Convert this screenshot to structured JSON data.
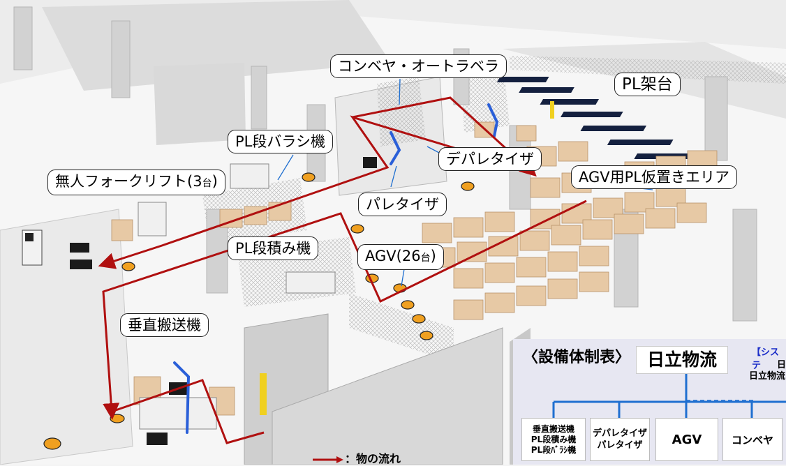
{
  "labels": {
    "conveyor": "コンベヤ・オートラベラ",
    "pl_rack": "PL架台",
    "pl_unstack": "PL段バラシ機",
    "depalletizer": "デパレタイザ",
    "agv_area": "AGV用PL仮置きエリア",
    "forklift": "無人フォークリフト(3",
    "forklift_unit": "台",
    "forklift_close": ")",
    "palletizer": "パレタイザ",
    "pl_stack": "PL段積み機",
    "agv": "AGV(26",
    "agv_unit": "台",
    "agv_close": ")",
    "vertical": "垂直搬送機"
  },
  "legend": {
    "text": "：物の流れ"
  },
  "org_chart": {
    "title": "〈設備体制表〉",
    "root": "日立物流",
    "system_label": "【システ",
    "system_line1": "日",
    "system_line2": "日立物流",
    "children": [
      {
        "lines": [
          "垂直搬送機",
          "PL段積み機",
          "PL段ﾊﾞﾗｼ機"
        ]
      },
      {
        "lines": [
          "デパレタイザ",
          "パレタイザ"
        ]
      },
      {
        "lines": [
          "AGV"
        ]
      },
      {
        "lines": [
          "コンベヤ"
        ]
      }
    ]
  },
  "colors": {
    "flow_arrow": "#b01010",
    "org_line": "#1f6fd0",
    "agv": "#f0a020",
    "box": "#e7c9a5",
    "rack": "#14203f"
  }
}
